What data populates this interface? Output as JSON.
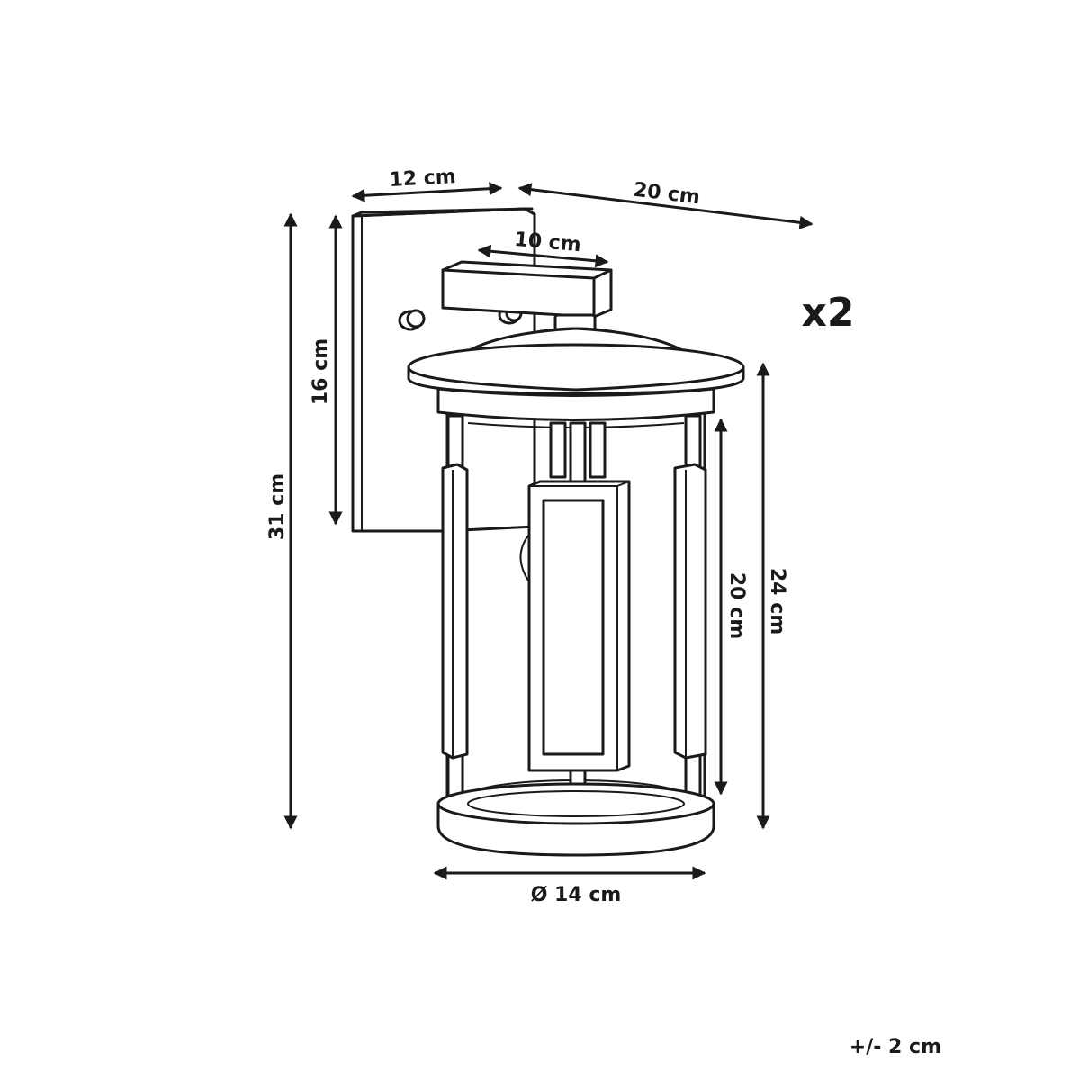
{
  "dimensions": {
    "mount_depth": "12 cm",
    "total_depth": "20 cm",
    "arm_length": "10 cm",
    "total_height": "31 cm",
    "backplate_height": "16 cm",
    "lantern_height": "24 cm",
    "glass_height": "20 cm",
    "diameter": "Ø 14 cm"
  },
  "quantity": "x2",
  "tolerance": "+/- 2 cm",
  "colors": {
    "line": "#1a1a1a",
    "background": "#ffffff"
  }
}
